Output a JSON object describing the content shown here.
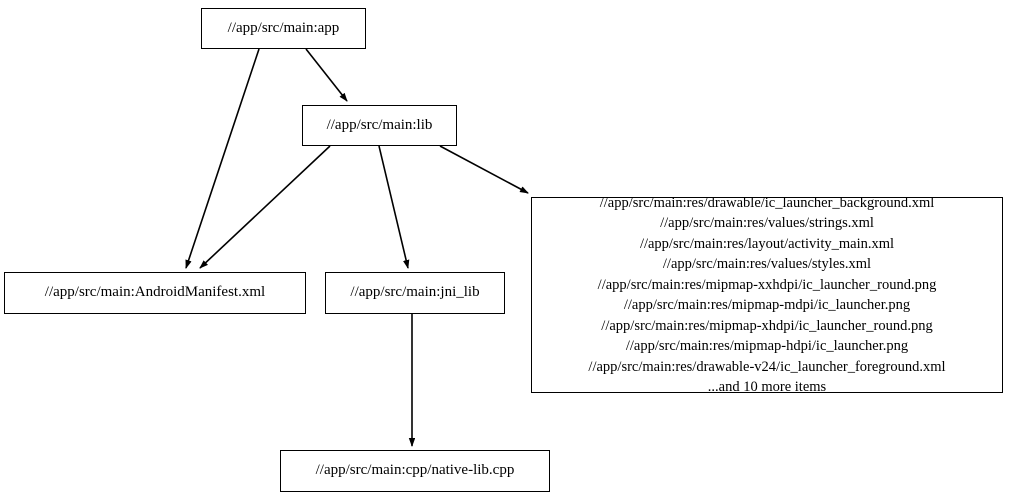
{
  "graph": {
    "type": "directed-dependency-graph",
    "background_color": "#ffffff",
    "node_border_color": "#000000",
    "edge_color": "#000000",
    "nodes": [
      {
        "id": "app",
        "label": "//app/src/main:app"
      },
      {
        "id": "lib",
        "label": "//app/src/main:lib"
      },
      {
        "id": "manifest",
        "label": "//app/src/main:AndroidManifest.xml"
      },
      {
        "id": "jni_lib",
        "label": "//app/src/main:jni_lib"
      },
      {
        "id": "native_lib",
        "label": "//app/src/main:cpp/native-lib.cpp"
      },
      {
        "id": "resources",
        "label": "//app/src/main:res/drawable/ic_launcher_background.xml\n//app/src/main:res/values/strings.xml\n//app/src/main:res/layout/activity_main.xml\n//app/src/main:res/values/styles.xml\n//app/src/main:res/mipmap-xxhdpi/ic_launcher_round.png\n//app/src/main:res/mipmap-mdpi/ic_launcher.png\n//app/src/main:res/mipmap-xhdpi/ic_launcher_round.png\n//app/src/main:res/mipmap-hdpi/ic_launcher.png\n//app/src/main:res/drawable-v24/ic_launcher_foreground.xml\n...and 10 more items",
        "lines": [
          "//app/src/main:res/drawable/ic_launcher_background.xml",
          "//app/src/main:res/values/strings.xml",
          "//app/src/main:res/layout/activity_main.xml",
          "//app/src/main:res/values/styles.xml",
          "//app/src/main:res/mipmap-xxhdpi/ic_launcher_round.png",
          "//app/src/main:res/mipmap-mdpi/ic_launcher.png",
          "//app/src/main:res/mipmap-xhdpi/ic_launcher_round.png",
          "//app/src/main:res/mipmap-hdpi/ic_launcher.png",
          "//app/src/main:res/drawable-v24/ic_launcher_foreground.xml",
          "...and 10 more items"
        ]
      }
    ],
    "edges": [
      {
        "from": "app",
        "to": "manifest"
      },
      {
        "from": "app",
        "to": "lib"
      },
      {
        "from": "lib",
        "to": "manifest"
      },
      {
        "from": "lib",
        "to": "jni_lib"
      },
      {
        "from": "lib",
        "to": "resources"
      },
      {
        "from": "jni_lib",
        "to": "native_lib"
      }
    ]
  }
}
